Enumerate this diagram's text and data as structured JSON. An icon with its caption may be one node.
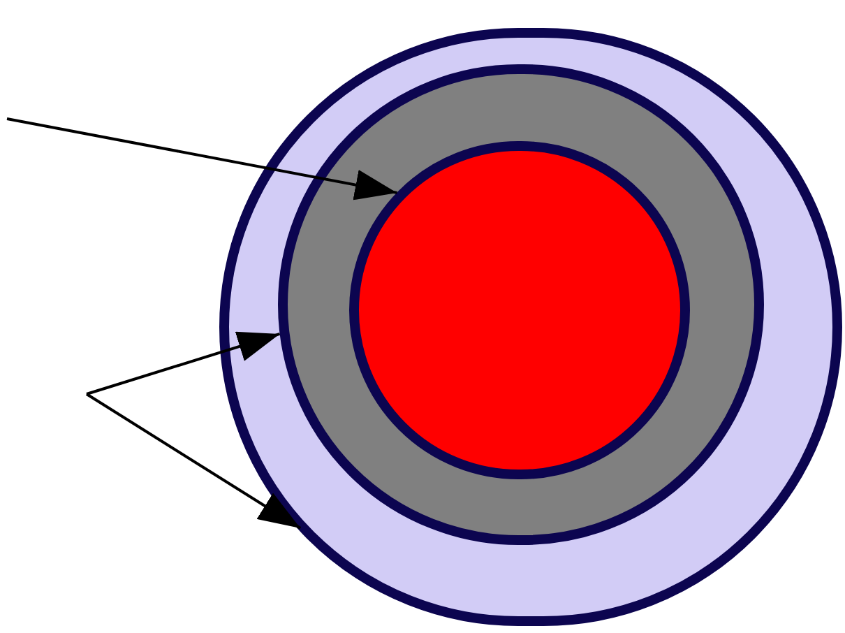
{
  "diagram": {
    "nodes": [
      {
        "text": [],
        "shape": "circle"
      },
      {
        "text": [],
        "shape": "circle",
        "in": 0
      },
      {
        "text": [],
        "shape": "circle",
        "in": 1
      }
    ],
    "edges": [
      {
        "from": null,
        "to": 2,
        "arrow": "to"
      },
      {
        "from": null,
        "to": 1,
        "arrow": "to"
      },
      {
        "from": null,
        "to": 0,
        "arrow": "to"
      }
    ]
  }
}
